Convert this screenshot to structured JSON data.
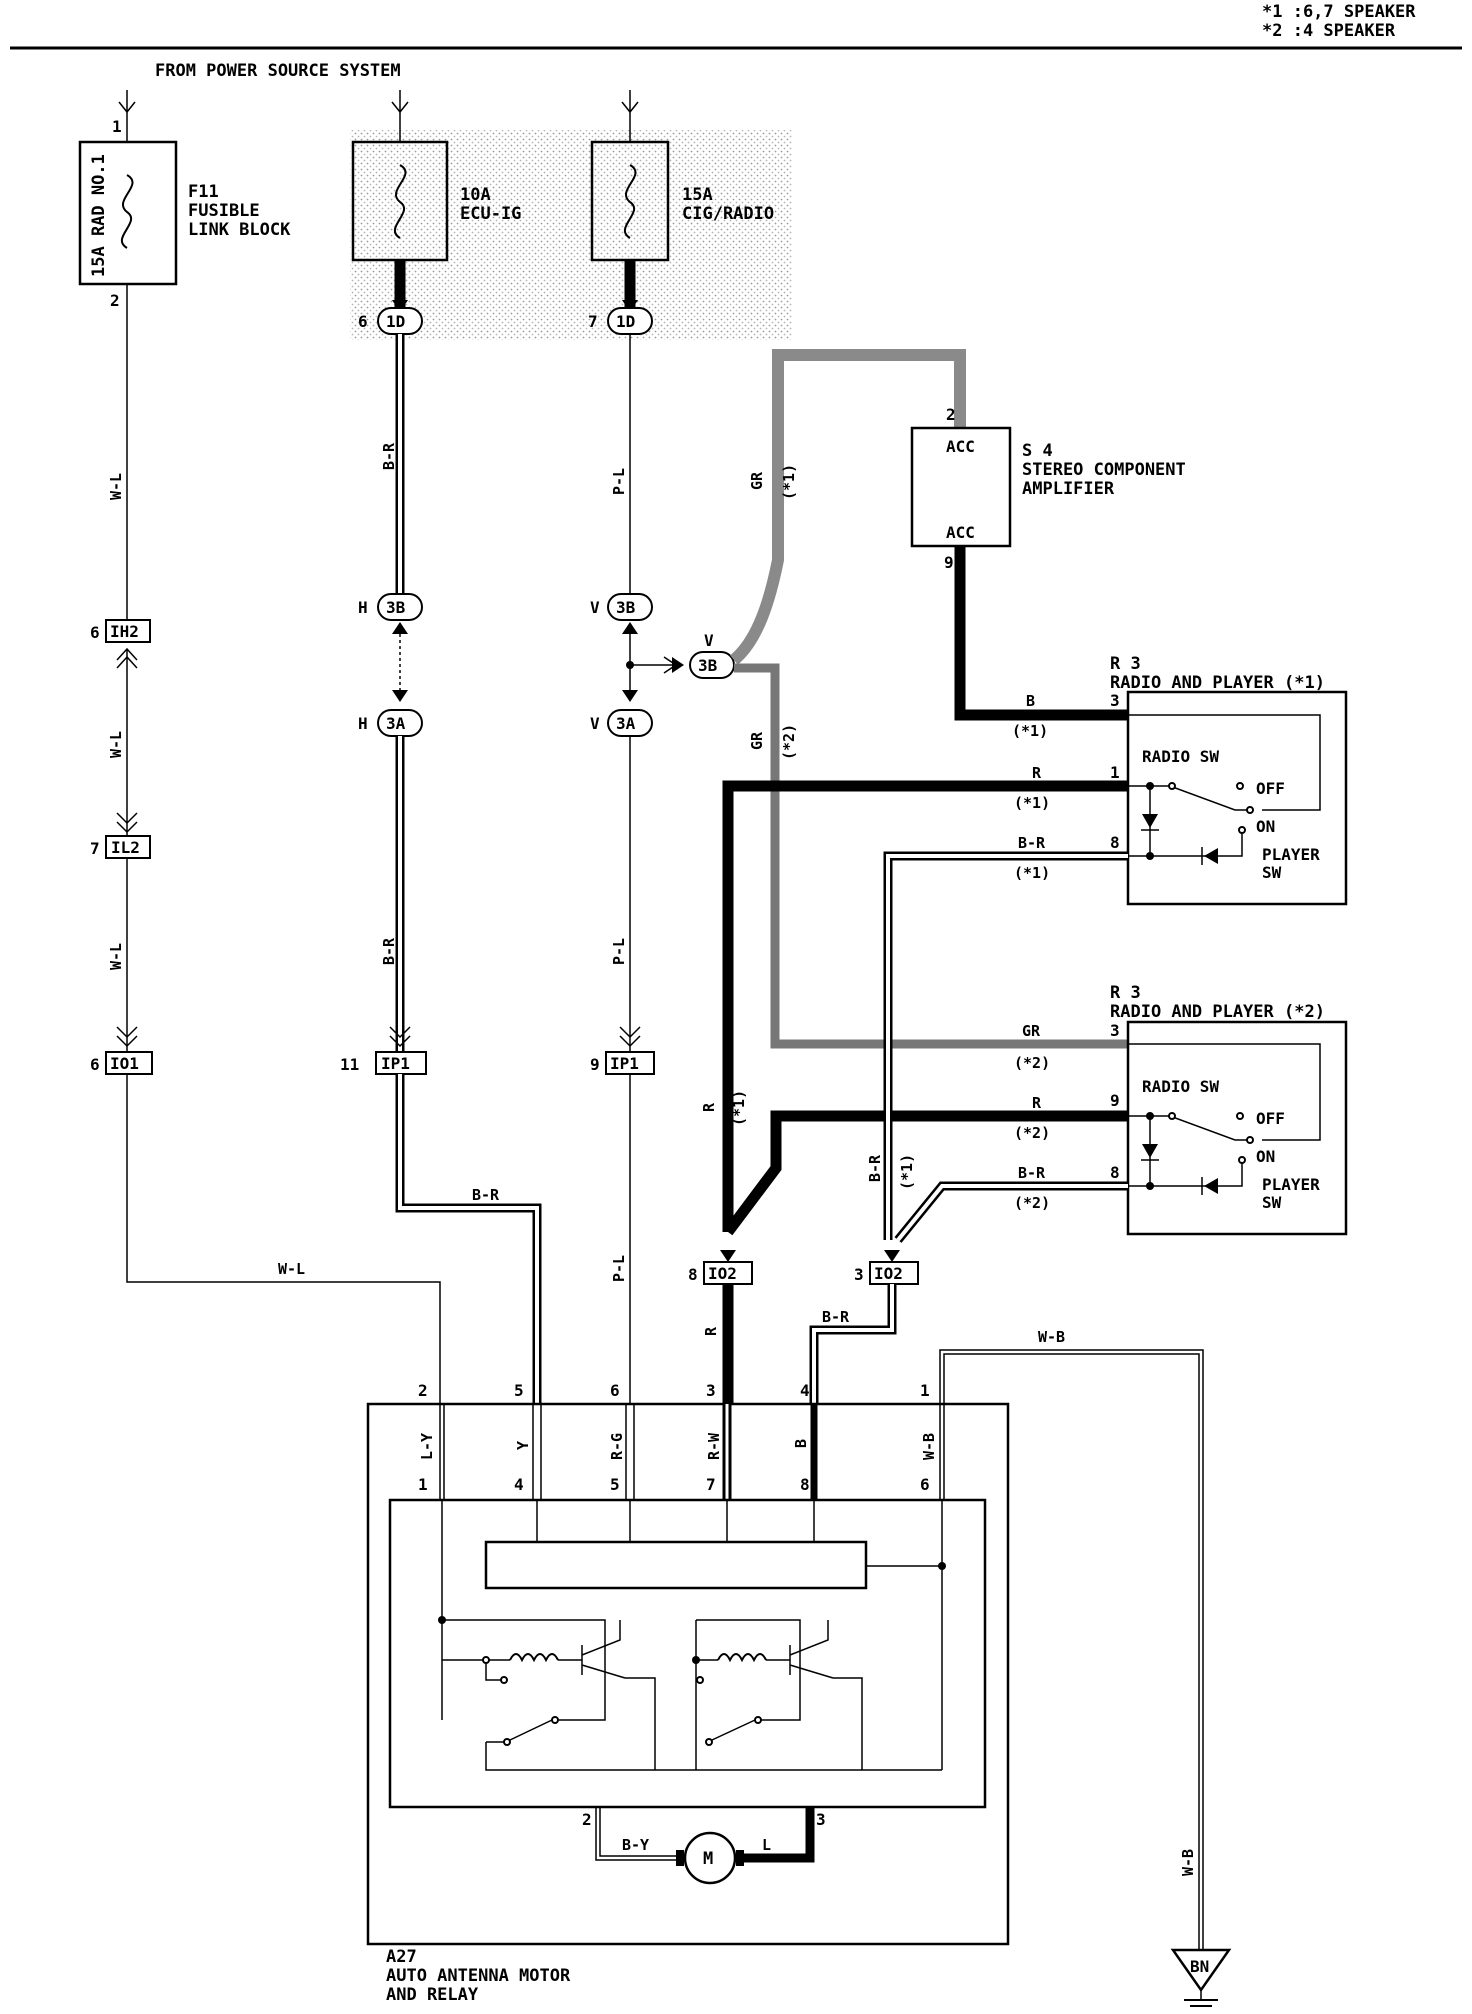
{
  "legend": {
    "note1": "*1 :6,7 SPEAKER",
    "note2": "*2 :4 SPEAKER"
  },
  "header": {
    "source": "FROM POWER SOURCE SYSTEM"
  },
  "fuses": {
    "f11": {
      "rating": "15A RAD NO.1",
      "code": "F11",
      "name1": "FUSIBLE",
      "name2": "LINK BLOCK",
      "pin_top": "1",
      "pin_bottom": "2"
    },
    "ecu": {
      "rating": "10A",
      "name": "ECU-IG"
    },
    "cig": {
      "rating": "15A",
      "name": "CIG/RADIO"
    }
  },
  "connectors": {
    "c1": {
      "pin": "6",
      "id": "1D"
    },
    "c2": {
      "pin": "7",
      "id": "1D"
    },
    "c3": {
      "pin": "H",
      "id": "3B"
    },
    "c4": {
      "pin": "V",
      "id": "3B"
    },
    "c5": {
      "pin": "V",
      "id": "3B"
    },
    "c6": {
      "pin": "H",
      "id": "3A"
    },
    "c7": {
      "pin": "V",
      "id": "3A"
    },
    "c8": {
      "pin": "6",
      "id": "IH2"
    },
    "c9": {
      "pin": "7",
      "id": "IL2"
    },
    "c10": {
      "pin": "6",
      "id": "IO1"
    },
    "c11": {
      "pin": "11",
      "id": "IP1"
    },
    "c12": {
      "pin": "9",
      "id": "IP1"
    },
    "c13": {
      "pin": "8",
      "id": "IO2"
    },
    "c14": {
      "pin": "3",
      "id": "IO2"
    }
  },
  "wires": {
    "wl": "W-L",
    "br": "B-R",
    "pl": "P-L",
    "gr": "GR",
    "b": "B",
    "r": "R",
    "wb": "W-B",
    "by": "B-Y",
    "l": "L",
    "s1": "(*1)",
    "s2": "(*2)"
  },
  "amplifier": {
    "code": "S 4",
    "name1": "STEREO COMPONENT",
    "name2": "AMPLIFIER",
    "acc": "ACC",
    "pin_top": "2",
    "pin_bottom": "9"
  },
  "radio1": {
    "code": "R 3",
    "name": "RADIO AND PLAYER (*1)",
    "radio_sw": "RADIO SW",
    "off": "OFF",
    "on": "ON",
    "player": "PLAYER",
    "sw": "SW",
    "pin_a": "3",
    "pin_b": "1",
    "pin_c": "8"
  },
  "radio2": {
    "code": "R 3",
    "name": "RADIO AND PLAYER (*2)",
    "radio_sw": "RADIO SW",
    "off": "OFF",
    "on": "ON",
    "player": "PLAYER",
    "sw": "SW",
    "pin_a": "3",
    "pin_b": "9",
    "pin_c": "8"
  },
  "antenna": {
    "code": "A27",
    "name1": "AUTO ANTENNA MOTOR",
    "name2": "AND RELAY",
    "outer_pins": [
      "2",
      "5",
      "6",
      "3",
      "4",
      "1"
    ],
    "inner_pins": [
      "1",
      "4",
      "5",
      "7",
      "8",
      "6"
    ],
    "wire_colors": [
      "L-Y",
      "Y",
      "R-G",
      "R-W",
      "B",
      "W-B"
    ],
    "motor": "M",
    "motor_pin_left": "2",
    "motor_pin_right": "3"
  },
  "ground": {
    "id": "BN"
  }
}
